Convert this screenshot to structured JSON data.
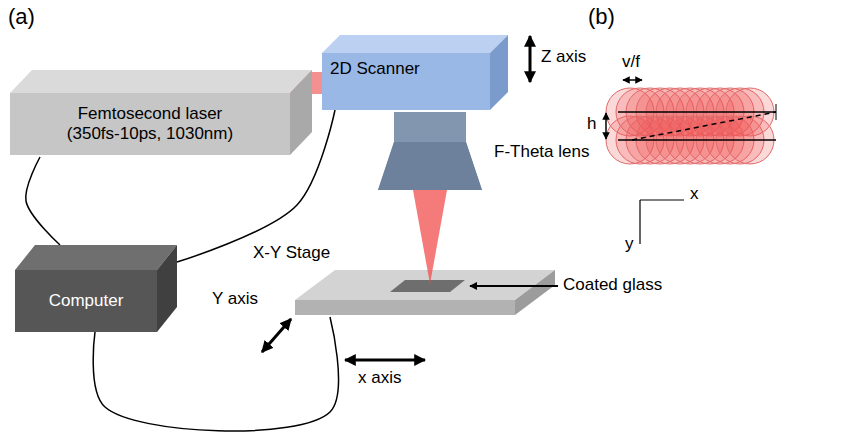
{
  "diagram": {
    "nodes": [
      {
        "text": [
          "Femtosecond laser (350fs-10ps, 1030nm)"
        ]
      },
      {
        "text": [
          "2D Scanner"
        ]
      },
      {
        "text": [
          "F-Theta lens"
        ]
      },
      {
        "text": [
          "Computer"
        ]
      },
      {
        "text": [
          "X-Y Stage"
        ]
      }
    ],
    "edges": [
      {
        "from": 0,
        "to": 3,
        "arrow": "none"
      },
      {
        "from": 3,
        "to": 1,
        "arrow": "none"
      },
      {
        "from": 3,
        "to": 4,
        "arrow": "none"
      }
    ],
    "labels": [
      "(a)",
      "(b)",
      "Z axis",
      "Y axis",
      "Coated glass",
      "x axis",
      "v/f",
      "h",
      "x",
      "y"
    ]
  }
}
